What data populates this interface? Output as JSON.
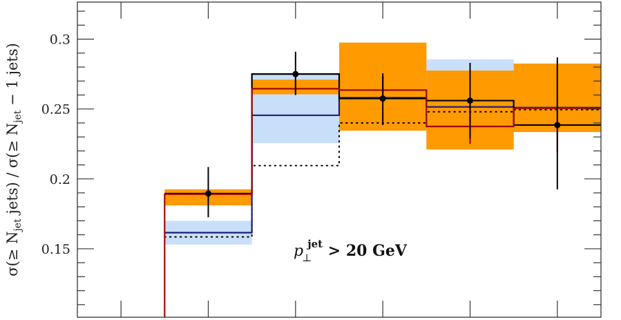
{
  "chart_data": {
    "type": "histogram",
    "ylabel": "σ(≥ N_jet jets) / σ(≥ N_jet − 1 jets)",
    "ylabel_parts": {
      "a": "σ(≥ N",
      "sub1": "jet",
      "b": " jets) / σ(≥ N",
      "sub2": "jet",
      "c": " − 1 jets)"
    },
    "annotation": {
      "p": "p",
      "perp": "⊥",
      "sup": "jet",
      "rest": " > 20 GeV"
    },
    "xlim": [
      0.5,
      6.5
    ],
    "ylim": [
      0.101,
      0.3265
    ],
    "yticks": [
      0.15,
      0.2,
      0.25,
      0.3
    ],
    "ytick_labels": [
      "0.15",
      "0.2",
      "0.25",
      "0.3"
    ],
    "xticks": [
      1,
      2,
      3,
      4,
      5,
      6
    ],
    "grid": false,
    "bin_edges": [
      1.5,
      2.5,
      3.5,
      4.5,
      5.5,
      6.5
    ],
    "data_points": {
      "color": "#000000",
      "x": [
        2,
        3,
        4,
        5,
        6
      ],
      "y": [
        0.1895,
        0.275,
        0.2575,
        0.256,
        0.2385
      ],
      "err_low": [
        0.1725,
        0.26,
        0.2385,
        0.229,
        0.1925
      ],
      "err_high": [
        0.2085,
        0.291,
        0.2755,
        0.283,
        0.287
      ]
    },
    "series": [
      {
        "style": "band",
        "color": "#c8dffa",
        "low": [
          0.153,
          0.2255,
          0.2345,
          0.2215,
          0.2335
        ],
        "high": [
          0.17,
          0.275,
          0.2975,
          0.2855,
          0.2825
        ]
      },
      {
        "style": "band",
        "color": "#ff9a00",
        "low": [
          0.181,
          0.2605,
          0.2345,
          0.221,
          0.2335
        ],
        "high": [
          0.1925,
          0.271,
          0.2975,
          0.2775,
          0.2825
        ]
      },
      {
        "style": "dotted-step",
        "color": "#000000",
        "values": [
          0.1585,
          0.2095,
          0.24,
          0.248,
          0.2495
        ]
      },
      {
        "style": "step",
        "color": "#1b1b7a",
        "values": [
          0.1615,
          0.2455,
          0.258,
          0.2515,
          0.251
        ]
      },
      {
        "style": "step",
        "color": "#000000",
        "values": [
          0.1895,
          0.275,
          0.2575,
          0.256,
          0.2385
        ]
      },
      {
        "style": "step",
        "color": "#9b0a0a",
        "first_bin_below_range": true,
        "values": [
          0.189,
          0.2645,
          0.2635,
          0.2375,
          0.2505
        ],
        "err_low": [
          0.188,
          0.2605,
          0.2595,
          0.225,
          0.219
        ],
        "err_high": [
          0.19,
          0.27,
          0.2735,
          0.2545,
          0.2815
        ]
      }
    ]
  }
}
